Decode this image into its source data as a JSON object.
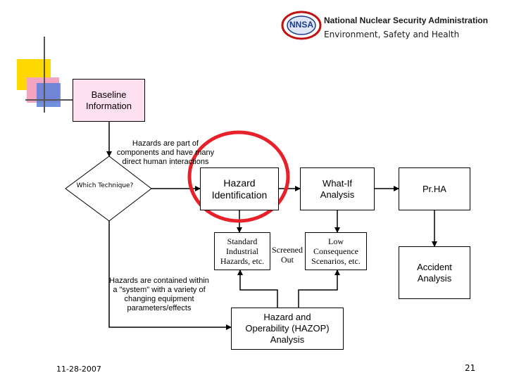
{
  "header": {
    "org": "National Nuclear Security Administration",
    "dept": "Environment, Safety and Health",
    "logo_text": "NNSA"
  },
  "nodes": {
    "baseline": "Baseline Information",
    "which_technique": "Which Technique?",
    "hazard_identification": "Hazard Identification",
    "what_if": "What-If Analysis",
    "prha": "Pr.HA",
    "standard_industrial": "Standard Industrial Hazards, etc.",
    "screened_out": "Screened Out",
    "low_consequence": "Low Consequence Scenarios, etc.",
    "accident_analysis": "Accident Analysis",
    "hazop": "Hazard and Operability (HAZOP) Analysis"
  },
  "notes": {
    "components": "Hazards are part of components and have many direct human interactions",
    "system": "Hazards are contained within a \"system\" with a variety of changing equipment parameters/effects"
  },
  "footer": {
    "date": "11-28-2007",
    "page": "21"
  },
  "colors": {
    "highlight_circle": "#e8202a",
    "box_fill": "#ffe0f0",
    "deco_yellow": "#ffd800",
    "deco_blue": "#5a7fd8"
  }
}
